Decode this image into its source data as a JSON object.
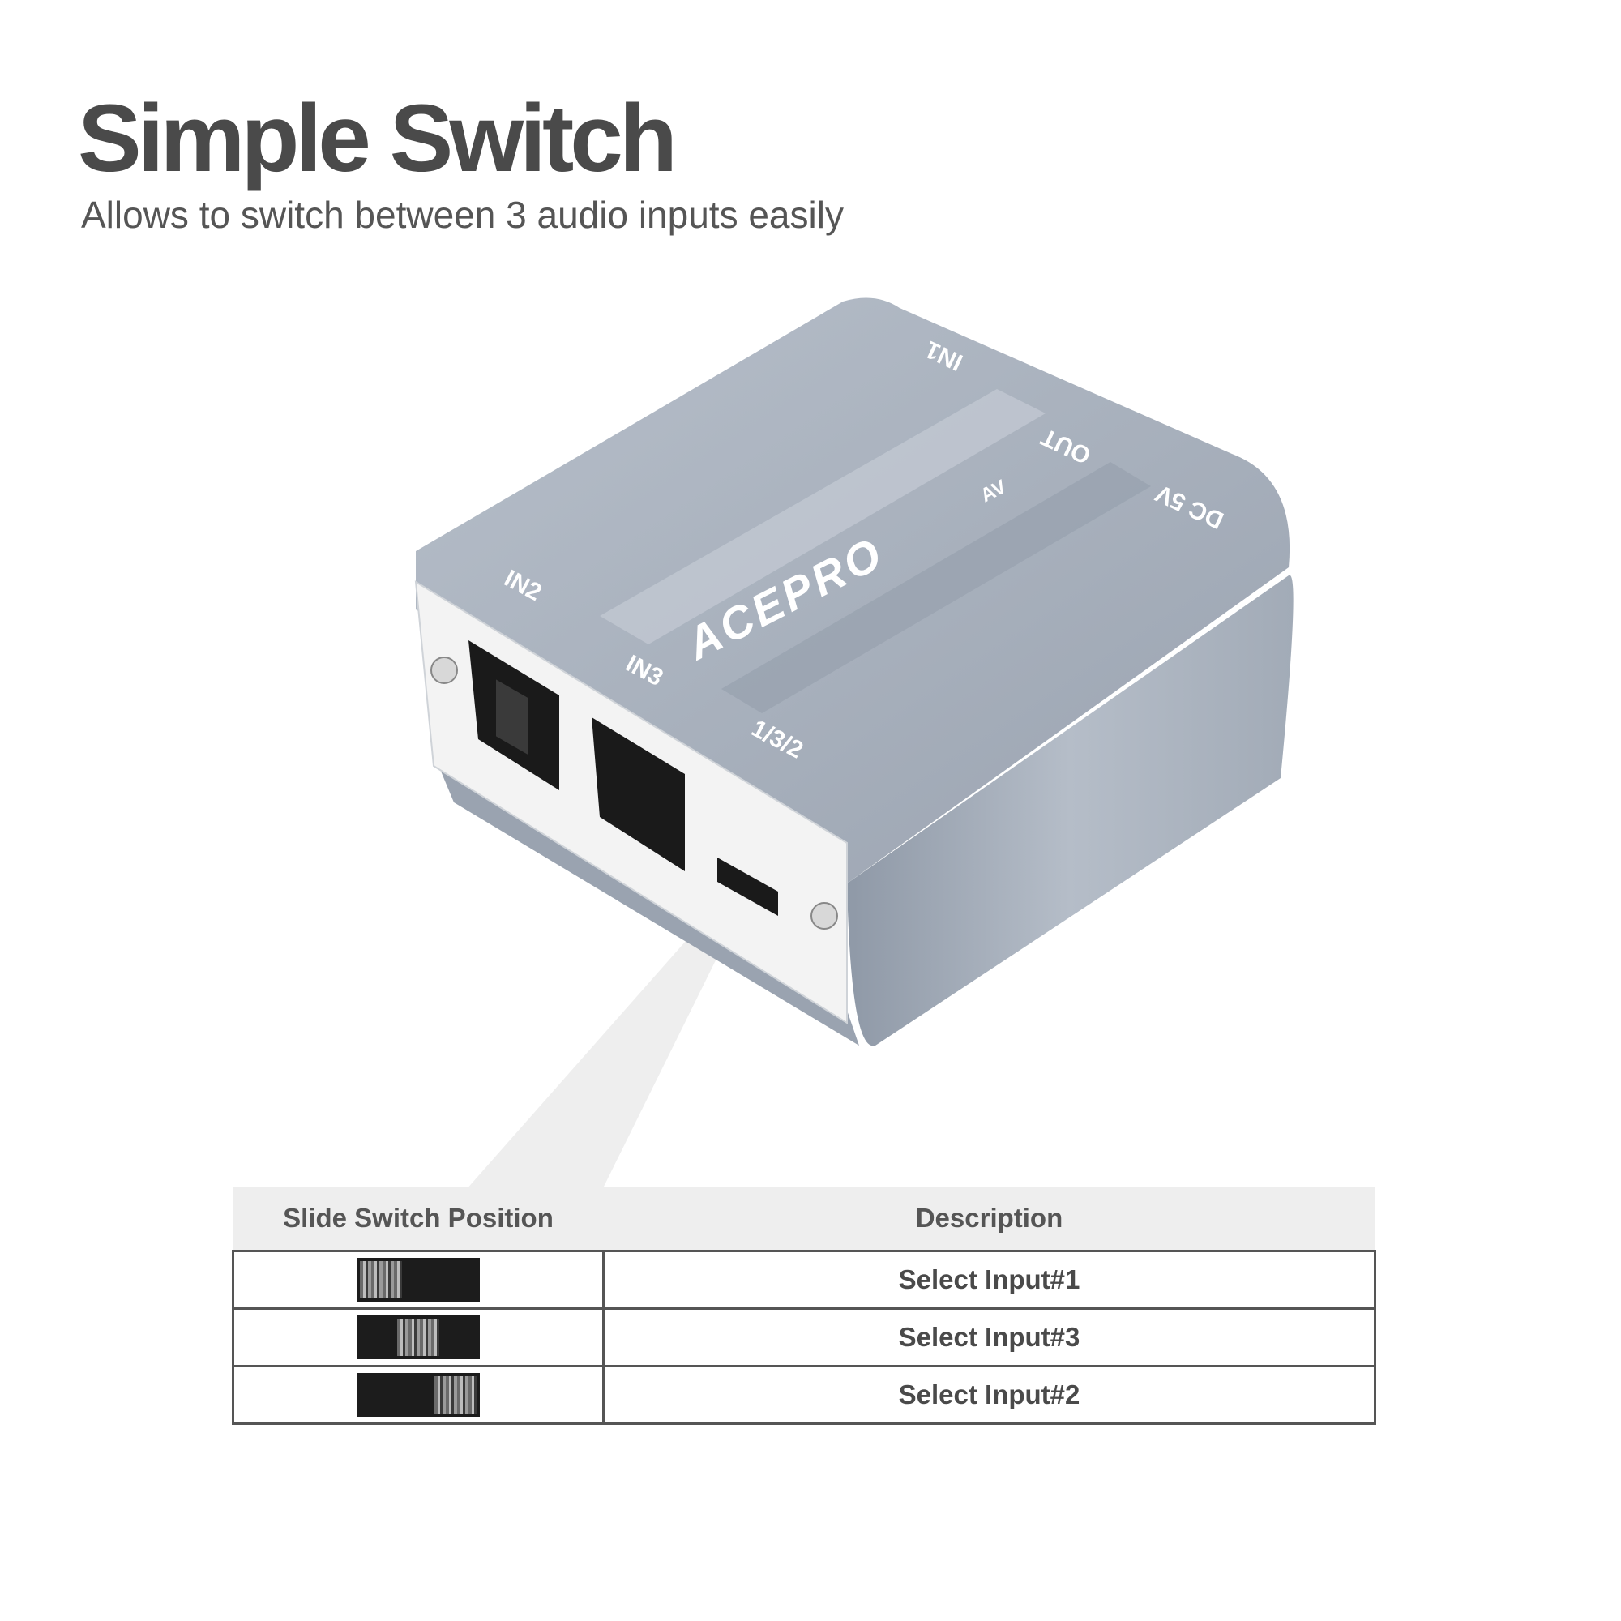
{
  "header": {
    "title": "Simple Switch",
    "subtitle": "Allows to switch between 3 audio inputs easily"
  },
  "device": {
    "labels": {
      "in1": "IN1",
      "out": "OUT",
      "dc5v": "DC 5V",
      "in2": "IN2",
      "in3": "IN3",
      "switch": "1/3/2"
    },
    "brand": "ACEPRO",
    "brand_suffix": "AV",
    "colors": {
      "body": "#a9b1bd",
      "face": "#f3f3f3",
      "port": "#1a1a1a"
    }
  },
  "table": {
    "headers": [
      "Slide Switch Position",
      "Description"
    ],
    "rows": [
      {
        "position": "left",
        "description": "Select Input#1"
      },
      {
        "position": "middle",
        "description": "Select Input#3"
      },
      {
        "position": "right",
        "description": "Select Input#2"
      }
    ]
  }
}
